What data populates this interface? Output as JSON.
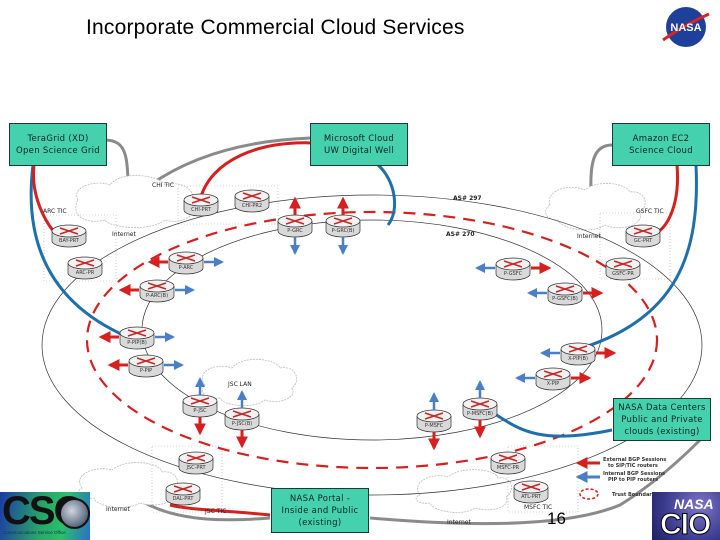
{
  "title": "Incorporate Commercial Cloud Services",
  "page_number": "16",
  "logos": {
    "nasa_meatball": "NASA",
    "cso": {
      "main": "CSO",
      "subtitle": "Communications Service Office"
    },
    "cio": {
      "top": "NASA",
      "main": "CIO"
    }
  },
  "cloud_boxes": {
    "teragrid": [
      "TeraGrid (XD)",
      "Open Science Grid"
    ],
    "microsoft": [
      "Microsoft Cloud",
      "UW Digital Well"
    ],
    "amazon": [
      "Amazon EC2",
      "Science Cloud"
    ],
    "nasa_data_centers": [
      "NASA Data Centers",
      "Public and Private",
      "clouds (existing)"
    ],
    "nasa_portal": [
      "NASA Portal -",
      "Inside and Public",
      "(existing)"
    ]
  },
  "diagram_labels": {
    "chi_tic": "CHI TIC",
    "arc_tic": "ARC TIC",
    "gsfc_tic": "GSFC TIC",
    "msfc_tic": "MSFC TIC",
    "jsc_tic": "JSC TIC",
    "as297": "AS# 297",
    "as270": "AS# 270",
    "jsc_lan": "JSC LAN",
    "internet": "Internet"
  },
  "routers": {
    "chi_prt": "CHI-PRT",
    "chi_pr2": "CHI-PR2",
    "bay_prt": "BAY-PRT",
    "arc_pr": "ARC-PR",
    "p_arc": "P-ARC",
    "p_arc_b": "P-ARC(B)",
    "p_grc": "P-GRC",
    "p_grc_b": "P-GRC(B)",
    "gc_prt": "GC-PRT",
    "gsfc_pr": "GSFC-PR",
    "p_gsfc": "P-GSFC",
    "p_gsfc_b": "P-GSFC(B)",
    "p_pip_b": "P-PIP(B)",
    "p_pip": "P-PIP",
    "x_pip_b": "X-PIP(B)",
    "x_pip": "X-PIP",
    "p_jsc": "P-JSC",
    "p_jsc_b": "P-JSC(B)",
    "p_msfc": "P-MSFC",
    "p_msfc_b": "P-MSFC(B)",
    "jsc_prt": "JSC-PRT",
    "dal_prt": "DAL-PRT",
    "msfc_pr": "MSFC-PR",
    "atl_prt": "ATL-PRT"
  },
  "legend": [
    {
      "label": [
        "External BGP Sessions",
        "to SIP/TIC routers"
      ],
      "icon": "red-arrow",
      "color": "#d61f1f"
    },
    {
      "label": [
        "Internal BGP Sessions",
        "PIP to PIP routers"
      ],
      "icon": "blue-arrow",
      "color": "#4a7fc8"
    },
    {
      "label": [
        "Trust Boundary"
      ],
      "icon": "red-dashed-ellipse",
      "color": "#d61f1f"
    }
  ],
  "colors": {
    "box_fill": "#45d1ae",
    "external_red": "#d61f1f",
    "internal_blue": "#4a7fc8",
    "link_blue": "#1f6fad",
    "link_gray": "#8a8a8a"
  }
}
